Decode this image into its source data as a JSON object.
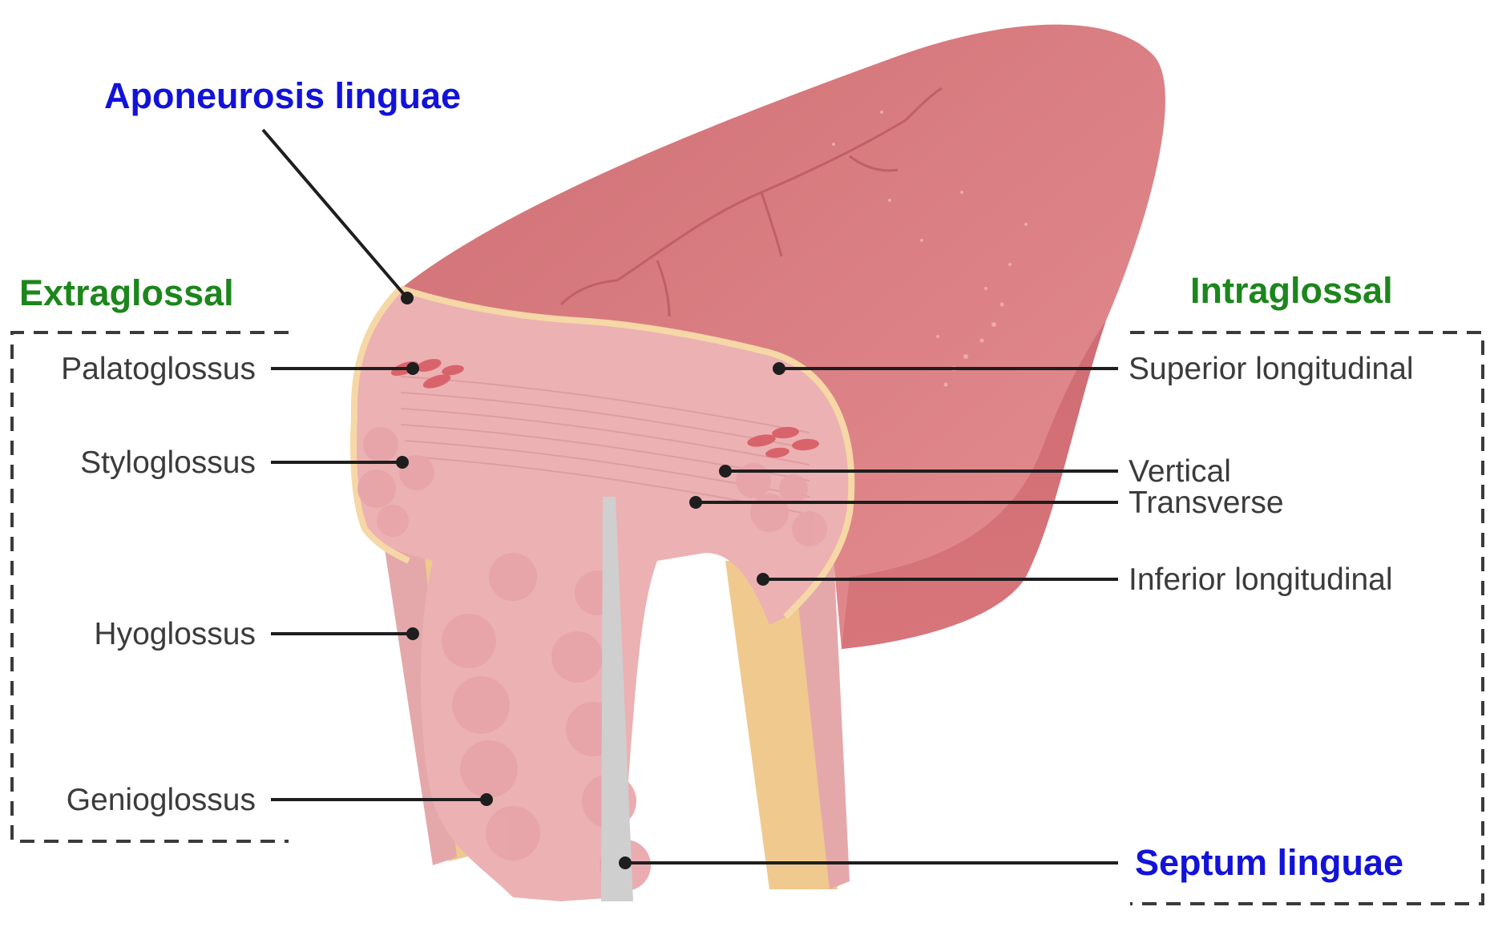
{
  "colors": {
    "group_heading": "#1c861c",
    "highlight_label": "#1212d9",
    "muscle_label": "#3b3b3b",
    "leader_line": "#1e1e1e",
    "tongue_dorsum": "#d27a7d",
    "tongue_section": "#ecb1b3",
    "mucosa_rim": "#f6d7a6",
    "extrinsic_fibers": "#efc98e",
    "septum": "#cfcfcf"
  },
  "labels": {
    "aponeurosis": "Aponeurosis linguae",
    "septum": "Septum linguae",
    "extraglossal": "Extraglossal",
    "intraglossal": "Intraglossal"
  },
  "extraglossal_muscles": [
    {
      "label": "Palatoglossus"
    },
    {
      "label": "Styloglossus"
    },
    {
      "label": "Hyoglossus"
    },
    {
      "label": "Genioglossus"
    }
  ],
  "intraglossal_muscles": [
    {
      "label": "Superior longitudinal"
    },
    {
      "label": "Vertical"
    },
    {
      "label": "Transverse"
    },
    {
      "label": "Inferior longitudinal"
    }
  ]
}
